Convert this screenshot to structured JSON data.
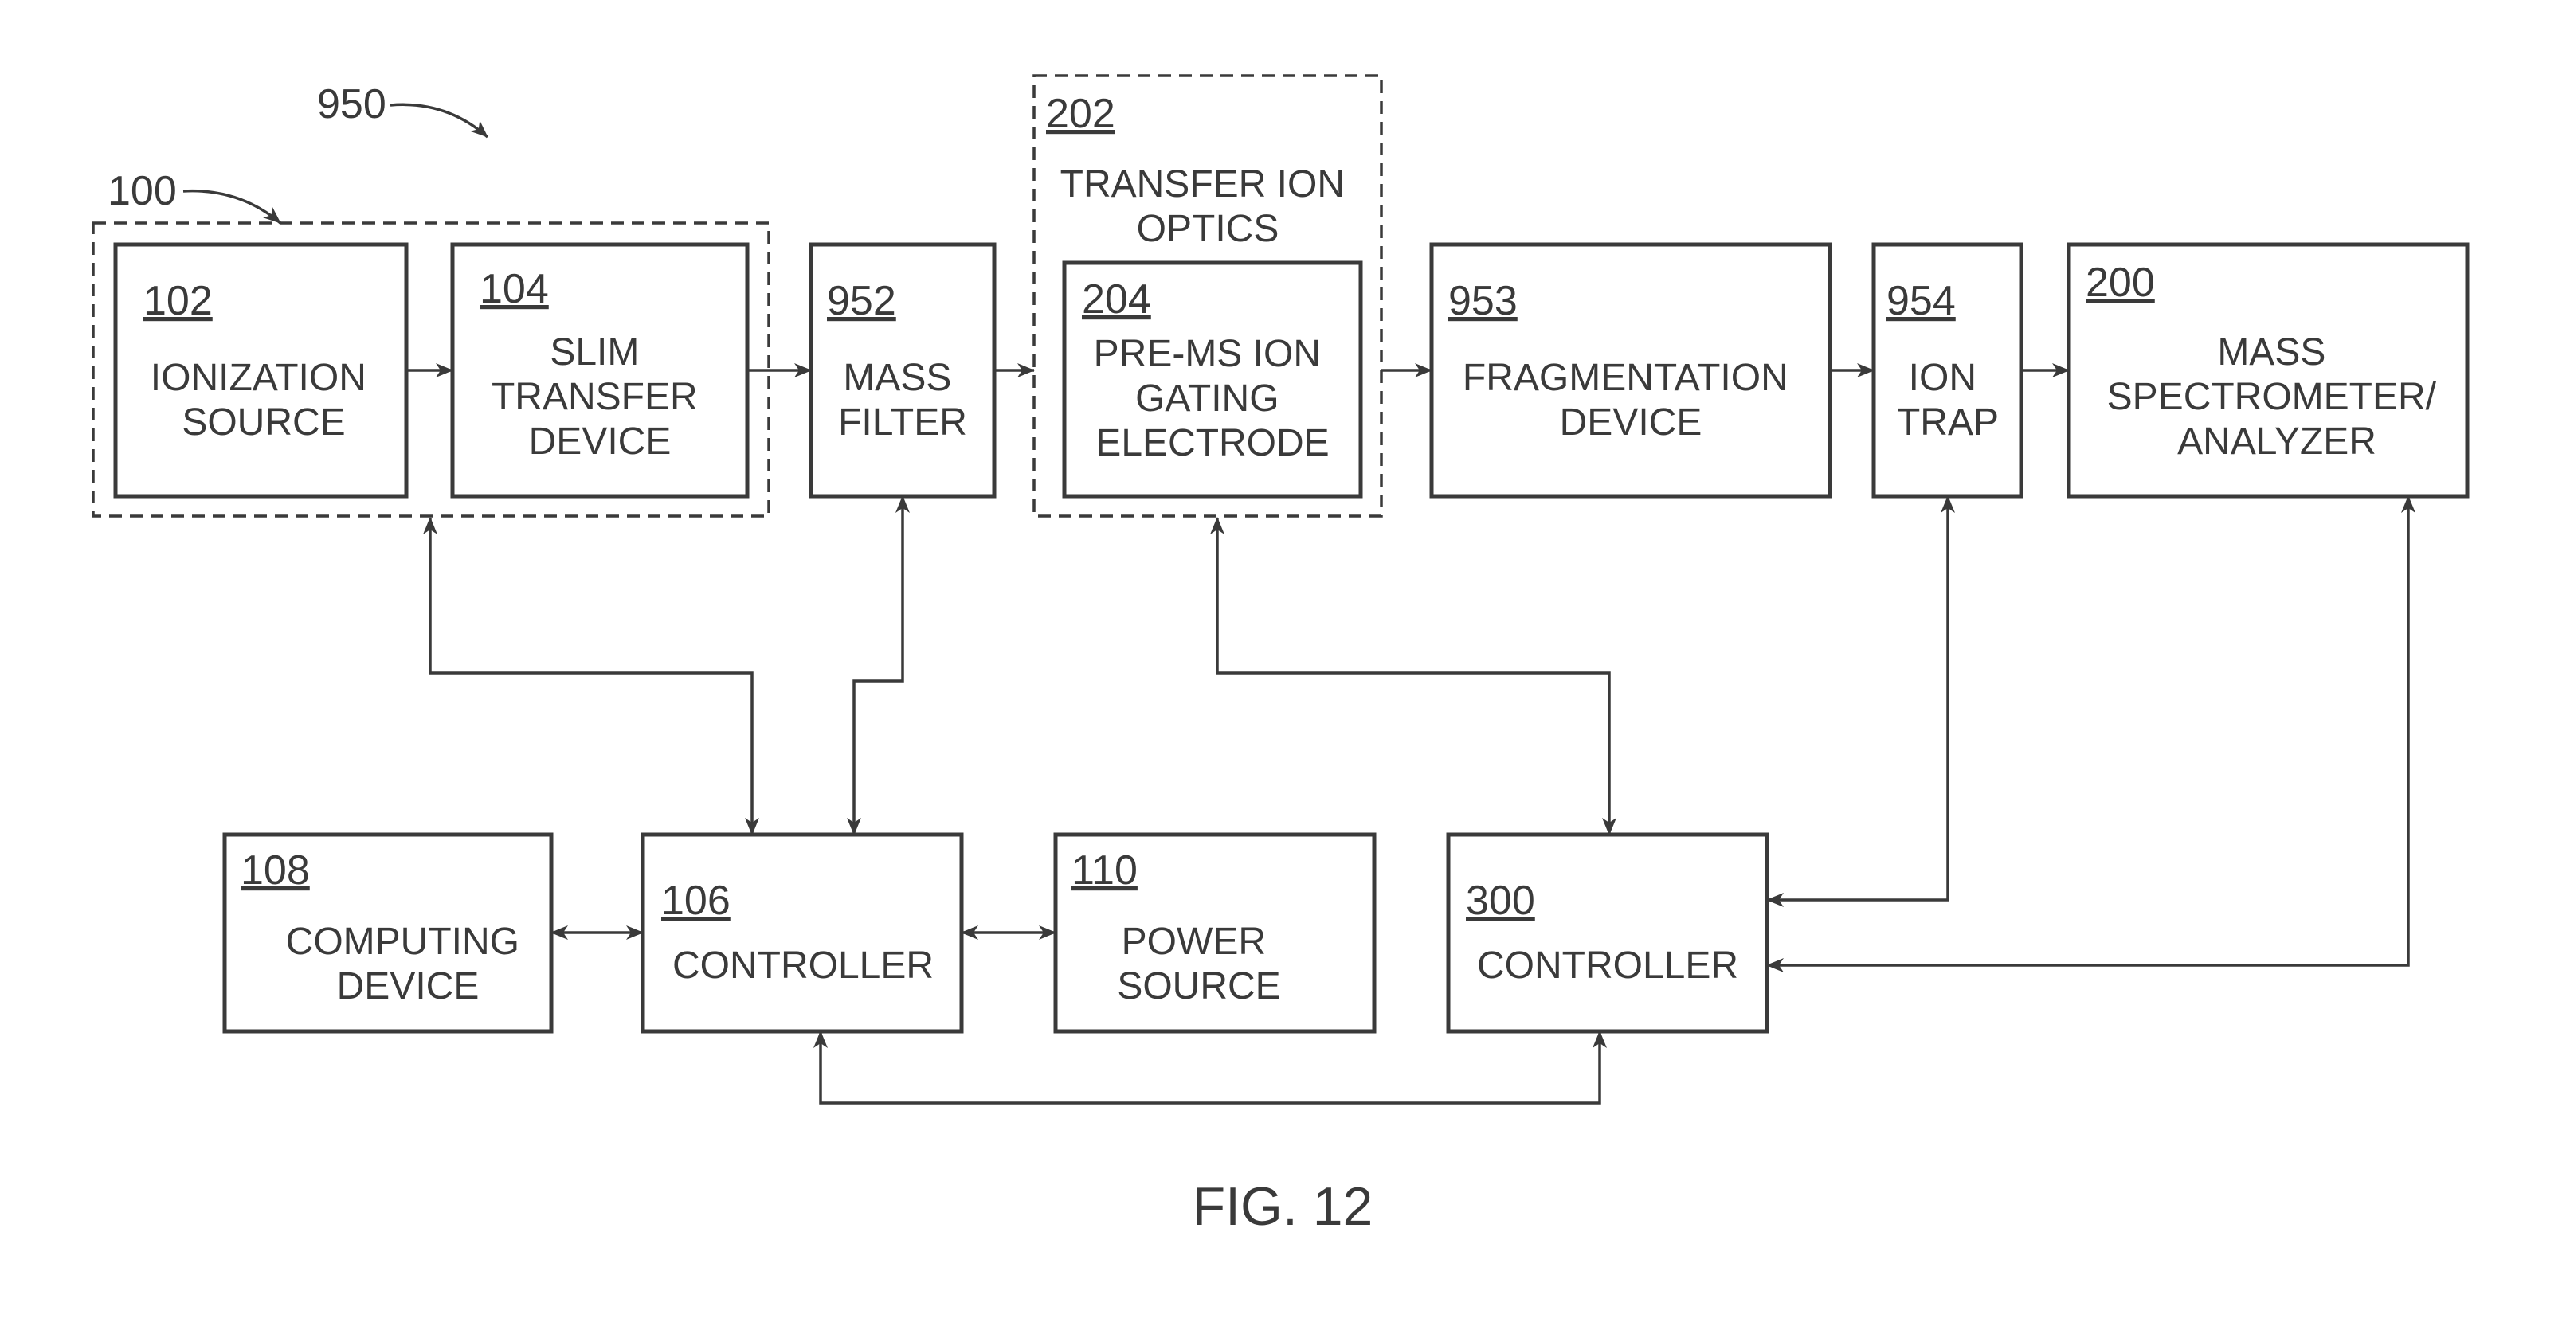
{
  "figure": {
    "caption": "FIG. 12",
    "system_ref": "950",
    "group_ref": "100"
  },
  "groups": {
    "transfer_ion_optics": {
      "ref": "202",
      "label_lines": [
        "TRANSFER ION",
        "OPTICS"
      ]
    }
  },
  "blocks": {
    "ionization_source": {
      "ref": "102",
      "label_lines": [
        "IONIZATION",
        "SOURCE"
      ]
    },
    "slim_transfer_device": {
      "ref": "104",
      "label_lines": [
        "SLIM",
        "TRANSFER",
        "DEVICE"
      ]
    },
    "mass_filter": {
      "ref": "952",
      "label_lines": [
        "MASS",
        "FILTER"
      ]
    },
    "pre_ms_ion_gating_electrode": {
      "ref": "204",
      "label_lines": [
        "PRE-MS ION",
        "GATING",
        "ELECTRODE"
      ]
    },
    "fragmentation_device": {
      "ref": "953",
      "label_lines": [
        "FRAGMENTATION",
        "DEVICE"
      ]
    },
    "ion_trap": {
      "ref": "954",
      "label_lines": [
        "ION",
        "TRAP"
      ]
    },
    "mass_spectrometer": {
      "ref": "200",
      "label_lines": [
        "MASS",
        "SPECTROMETER/",
        "ANALYZER"
      ]
    },
    "computing_device": {
      "ref": "108",
      "label_lines": [
        "COMPUTING",
        "DEVICE"
      ]
    },
    "controller_106": {
      "ref": "106",
      "label_lines": [
        "CONTROLLER"
      ]
    },
    "power_source": {
      "ref": "110",
      "label_lines": [
        "POWER",
        "SOURCE"
      ]
    },
    "controller_300": {
      "ref": "300",
      "label_lines": [
        "CONTROLLER"
      ]
    }
  }
}
